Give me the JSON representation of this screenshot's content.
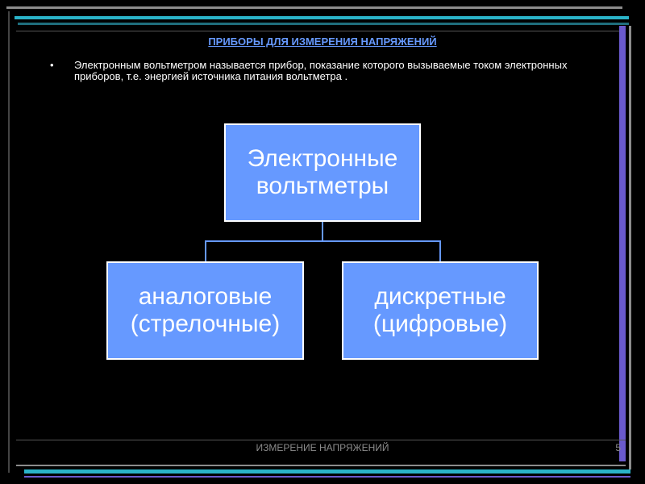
{
  "slide": {
    "title": "ПРИБОРЫ ДЛЯ ИЗМЕРЕНИЯ НАПРЯЖЕНИЙ",
    "bullet_symbol": "•",
    "bullet_text": "Электронным вольтметром называется прибор, показание которого вызываемые током электронных приборов, т.е. энергией источника питания вольтметра .",
    "footer": "ИЗМЕРЕНИЕ НАПРЯЖЕНИЙ",
    "page_number": "5"
  },
  "diagram": {
    "root": "Электронные\nвольтметры",
    "children": [
      "аналоговые\n(стрелочные)",
      "дискретные\n(цифровые)"
    ]
  },
  "colors": {
    "background": "#000000",
    "accent": "#6699ff",
    "box_border": "#ffffff",
    "stripe_gray": "#8c8c8c",
    "stripe_teal": "#2ab3c8",
    "stripe_violet": "#6a5acd"
  }
}
